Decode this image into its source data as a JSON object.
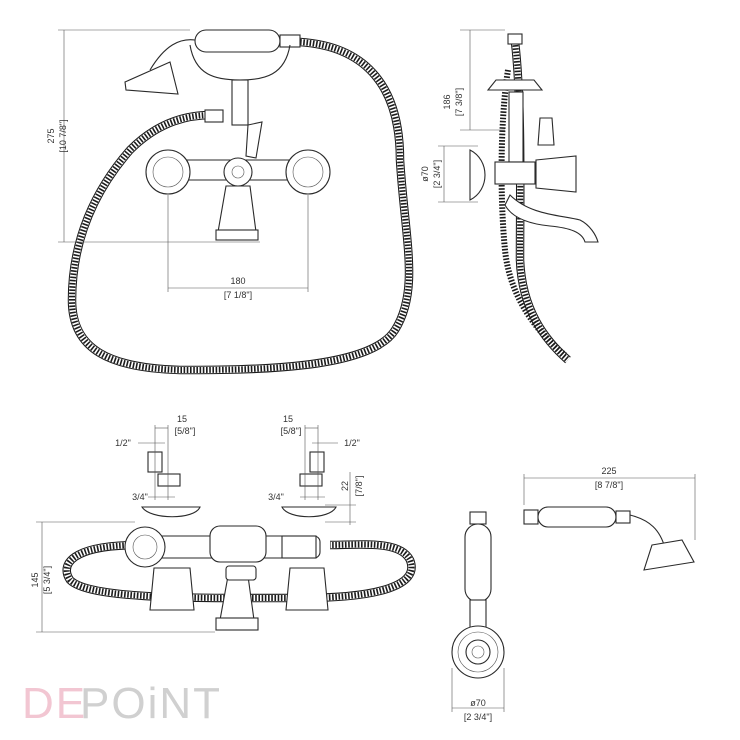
{
  "dimensions": {
    "front_height_mm": "275",
    "front_height_in": "[10 7/8\"]",
    "front_spacing_mm": "180",
    "front_spacing_in": "[7 1/8\"]",
    "side_height_mm": "186",
    "side_height_in": "[7 3/8\"]",
    "side_flange_mm": "ø70",
    "side_flange_in": "[2 3/4\"]",
    "top_left_offset_mm": "15",
    "top_left_offset_in": "[5/8\"]",
    "top_right_offset_mm": "15",
    "top_right_offset_in": "[5/8\"]",
    "thread_half_left": "1/2\"",
    "thread_half_right": "1/2\"",
    "thread_threequarter_left": "3/4\"",
    "thread_threequarter_right": "3/4\"",
    "thread_depth_mm": "22",
    "thread_depth_in": "[7/8\"]",
    "bottom_height_mm": "145",
    "bottom_height_in": "[5 3/4\"]",
    "handset_length_mm": "225",
    "handset_length_in": "[8 7/8\"]",
    "holder_flange_mm": "ø70",
    "holder_flange_in": "[2 3/4\"]"
  },
  "logo": {
    "text_first": "DE",
    "text_second": "POiNT",
    "color_first": "#f2c6d2",
    "color_second": "#d0d0d0"
  }
}
